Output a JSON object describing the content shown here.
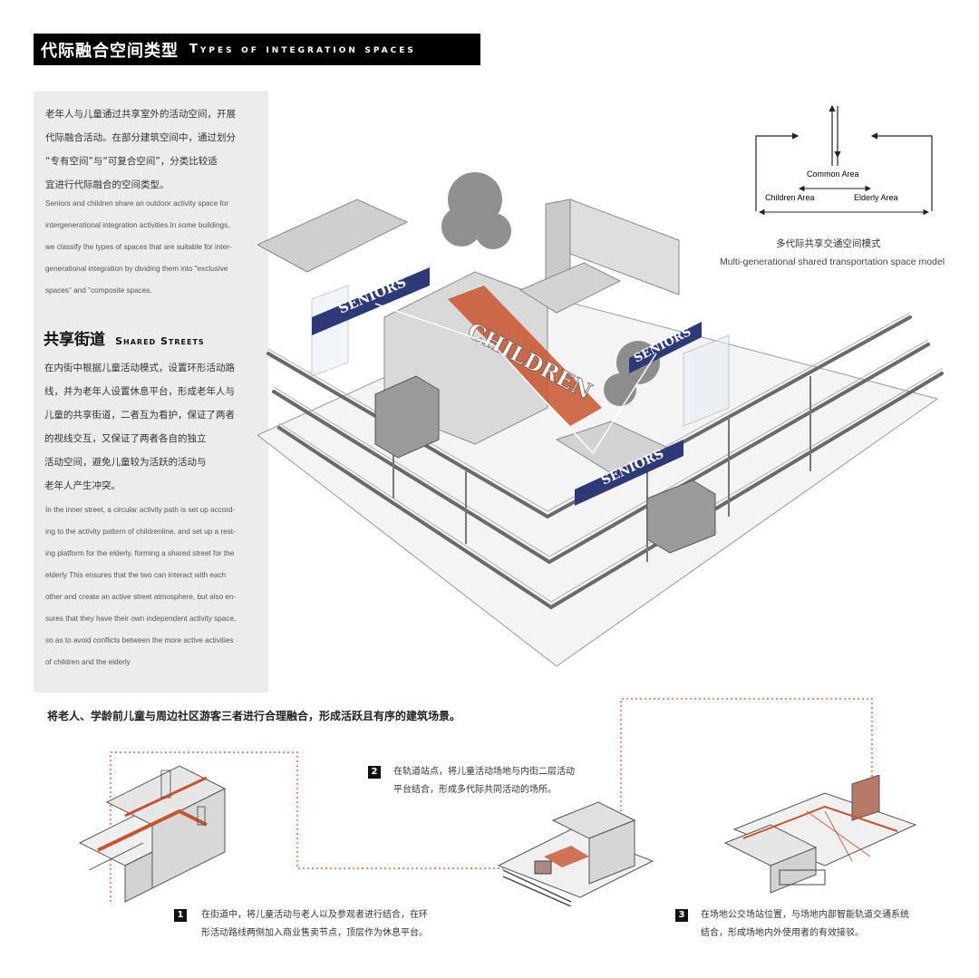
{
  "header": {
    "title_zh": "代际融合空间类型",
    "title_en": "Types of integration spaces"
  },
  "intro": {
    "zh_lines": [
      "老年人与儿童通过共享室外的活动空间，开展",
      "代际融合活动。在部分建筑空间中，通过划分",
      "“专有空间”与“可复合空间”，分类比较适",
      "宜进行代际融合的空间类型。"
    ],
    "en_lines": [
      "Seniors and children share an outdoor activity space for",
      "intergenerational integration activities.In some buildings,",
      "we classify the types of spaces that are suitable for inter-",
      "generational integration by dividing them into \"exclusive",
      "spaces\" and \"composite spaces."
    ]
  },
  "shared_streets": {
    "title_zh": "共享街道",
    "title_en": "Shared Streets",
    "zh_lines": [
      "在内街中根据儿童活动模式，设置环形活动路",
      "线，并为老年人设置休息平台，形成老年人与",
      "儿童的共享街道，二者互为看护，保证了两者",
      "的视线交互，又保证了两者各自的独立",
      "活动空间，避免儿童较为活跃的活动与",
      "老年人产生冲突。"
    ],
    "en_lines": [
      "In the inner street, a circular activity path is set up accord-",
      "ing to the activity pattern of childrenline, and set up a rest-",
      "ing platform for the elderly, forming a shared street for the",
      "elderly This ensures that the two can interact with each",
      "other and create an active street atmosphere, but also en-",
      "sures that they have their own independent activity space,",
      "so as to avoid conflicts between the more active activities",
      "of children and the elderly"
    ]
  },
  "model": {
    "common_label": "Common Area",
    "children_label": "Children Area",
    "elderly_label": "Elderly Area",
    "caption_zh": "多代际共享交通空间模式",
    "caption_en": "Multi-generational shared transportation space model"
  },
  "main_illustration": {
    "labels": [
      "SENIORS",
      "CHILDREN",
      "SENIORS",
      "SENIORS"
    ]
  },
  "summary": "将老人、学龄前儿童与周边社区游客三者进行合理融合，形成活跃且有序的建筑场景。",
  "notes": [
    {
      "num": "1",
      "lines": [
        "在街道中，将儿童活动与老人以及参观者进行结合，在环",
        "形活动路线两侧加入商业售卖节点，顶层作为休息平台。"
      ]
    },
    {
      "num": "2",
      "lines": [
        "在轨道站点，将儿童活动场地与内街二层活动",
        "平台结合，形成多代际共同活动的场所。"
      ]
    },
    {
      "num": "3",
      "lines": [
        "在场地公交场站位置，与场地内部智能轨道交通系统",
        "结合，形成场地内外使用者的有效接驳。"
      ]
    }
  ],
  "colors": {
    "accent_orange": "#c8542e",
    "label_navy": "#2e3a78",
    "panel_gray": "#ececec",
    "header_black": "#000000"
  }
}
